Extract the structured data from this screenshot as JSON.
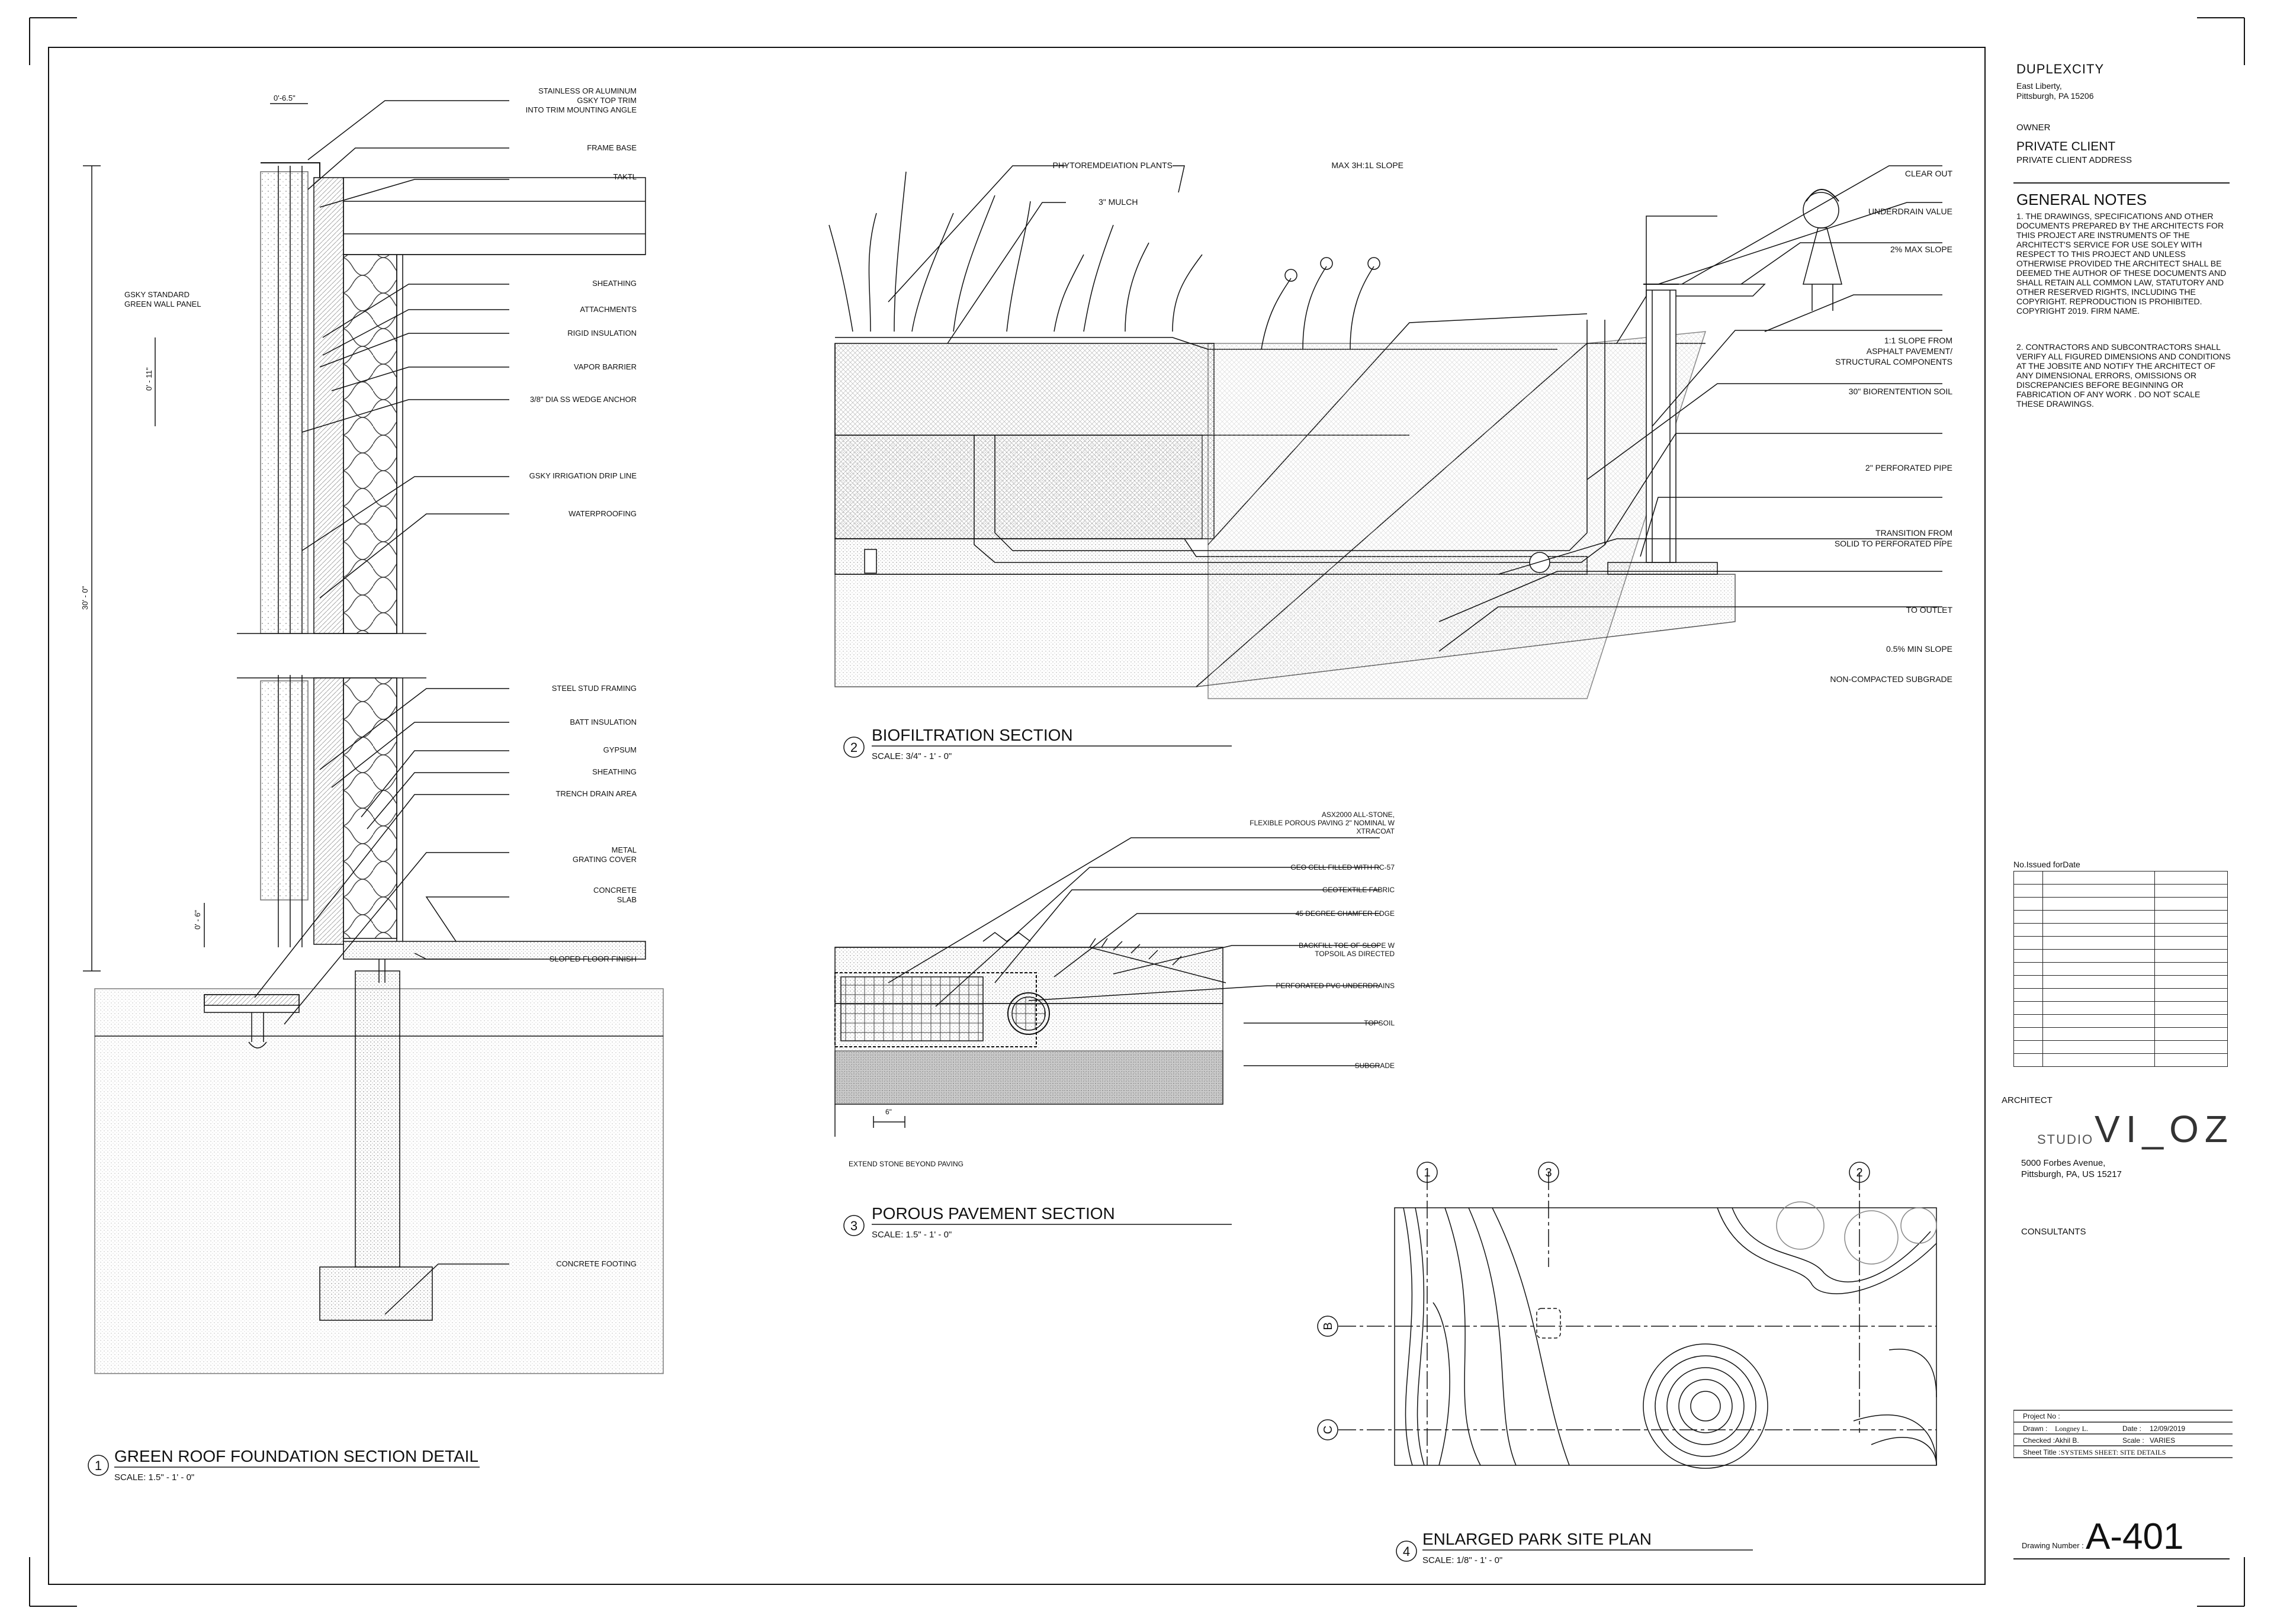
{
  "project": {
    "name": "DUPLEXCITY",
    "address_line1": "East Liberty,",
    "address_line2": "Pittsburgh, PA 15206"
  },
  "owner": {
    "label": "OWNER",
    "name": "PRIVATE CLIENT",
    "address": "PRIVATE CLIENT ADDRESS"
  },
  "general_notes": {
    "title": "GENERAL NOTES",
    "note1": "1. THE DRAWINGS, SPECIFICATIONS AND OTHER\nDOCUMENTS PREPARED BY THE ARCHITECTS FOR\nTHIS PROJECT ARE INSTRUMENTS OF THE\nARCHITECT'S SERVICE FOR USE SOLEY WITH\nRESPECT TO THIS PROJECT AND UNLESS\nOTHERWISE PROVIDED THE ARCHITECT SHALL BE\nDEEMED THE AUTHOR OF THESE DOCUMENTS AND\nSHALL RETAIN ALL COMMON LAW, STATUTORY AND\nOTHER RESERVED RIGHTS, INCLUDING THE\nCOPYRIGHT. REPRODUCTION IS PROHIBITED.\nCOPYRIGHT 2019. FIRM NAME.",
    "note2": "2. CONTRACTORS AND SUBCONTRACTORS SHALL\nVERIFY ALL FIGURED DIMENSIONS AND CONDITIONS\nAT THE JOBSITE AND NOTIFY THE ARCHITECT OF\nANY DIMENSIONAL ERRORS, OMISSIONS OR\nDISCREPANCIES BEFORE BEGINNING OR\nFABRICATION OF ANY WORK . DO NOT SCALE\nTHESE DRAWINGS."
  },
  "issued_table": {
    "header": "No.Issued forDate"
  },
  "architect": {
    "label": "ARCHITECT",
    "firm_prefix": "STUDIO",
    "firm_mark": "VI_OZ",
    "address_line1": "5000 Forbes Avenue,",
    "address_line2": "Pittsburgh, PA, US 15217"
  },
  "consultants": {
    "label": "CONSULTANTS"
  },
  "title_block": {
    "project_no_label": "Project No :",
    "drawn_label": "Drawn :",
    "drawn_value": "Longney L.",
    "date_label": "Date :",
    "date_value": "12/09/2019",
    "checked_label": "Checked :",
    "checked_value": "Akhil B.",
    "scale_label": "Scale :",
    "scale_value": "VARIES",
    "sheet_title_label": "Sheet Title :",
    "sheet_title_value": "SYSTEMS SHEET: SITE DETAILS",
    "drawing_number_label": "Drawing Number :",
    "drawing_number": "A-401"
  },
  "detail1": {
    "number": "1",
    "title": "GREEN ROOF FOUNDATION SECTION DETAIL",
    "scale": "SCALE: 1.5\" - 1' - 0\"",
    "dims": {
      "top": "0'-6.5\"",
      "panel": "0' - 11\"",
      "height": "30' - 0\"",
      "bottom": "0' - 6\""
    },
    "panel_label_1": "GSKY STANDARD",
    "panel_label_2": "GREEN WALL PANEL",
    "labels": [
      "STAINLESS OR ALUMINUM",
      "GSKY TOP TRIM",
      "INTO TRIM MOUNTING ANGLE",
      "FRAME BASE",
      "TAKTL",
      "SHEATHING",
      "ATTACHMENTS",
      "RIGID INSULATION",
      "VAPOR BARRIER",
      "3/8\" DIA SS WEDGE ANCHOR",
      "GSKY IRRIGATION DRIP LINE",
      "WATERPROOFING",
      "STEEL STUD FRAMING",
      "BATT INSULATION",
      "GYPSUM",
      "SHEATHING",
      "TRENCH DRAIN AREA",
      "METAL",
      "GRATING COVER",
      "CONCRETE",
      "SLAB",
      "SLOPED FLOOR FINISH",
      "CONCRETE FOOTING"
    ]
  },
  "detail2": {
    "number": "2",
    "title": "BIOFILTRATION SECTION",
    "scale": "SCALE: 3/4\" - 1' - 0\"",
    "labels_top": [
      "PHYTOREMDEIATION PLANTS",
      "3\" MULCH",
      "MAX 3H:1L SLOPE"
    ],
    "labels_right": [
      "CLEAR OUT",
      "UNDERDRAIN VALUE",
      "2% MAX SLOPE",
      "1:1 SLOPE FROM",
      "ASPHALT PAVEMENT/",
      "STRUCTURAL COMPONENTS",
      "30\" BIORENTENTION SOIL",
      "2\" PERFORATED PIPE",
      "TRANSITION FROM",
      "SOLID TO PERFORATED PIPE",
      "TO OUTLET",
      "0.5% MIN SLOPE",
      "NON-COMPACTED SUBGRADE"
    ]
  },
  "detail3": {
    "number": "3",
    "title": "POROUS PAVEMENT SECTION",
    "scale": "SCALE: 1.5\" - 1' - 0\"",
    "dim": "6\"",
    "dim_note": "EXTEND STONE BEYOND PAVING",
    "labels": [
      "ASX2000 ALL-STONE,",
      "FLEXIBLE POROUS PAVING 2\" NOMINAL W",
      "XTRACOAT",
      "GEO CELL FILLED WITH RC-57",
      "GEOTEXTILE FABRIC",
      "45 DEGREE CHAMFER EDGE",
      "BACKFILL TOE OF SLOPE W",
      "TOPSOIL AS DIRECTED",
      "PERFORATED PVC UNDERDRAINS",
      "TOPSOIL",
      "SUBGRADE"
    ]
  },
  "detail4": {
    "number": "4",
    "title": "ENLARGED PARK SITE PLAN",
    "scale": "SCALE: 1/8\" - 1' - 0\"",
    "grid_cols": [
      "1",
      "3",
      "2"
    ],
    "grid_rows": [
      "B",
      "C"
    ]
  }
}
